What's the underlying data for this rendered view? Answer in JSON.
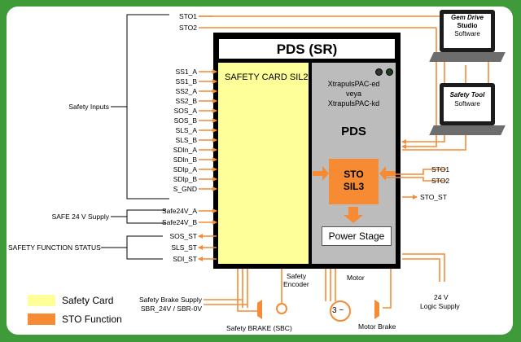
{
  "title": "PDS (SR)",
  "safety_card_label": "SAFETY CARD SIL2",
  "drive_name": [
    "XtrapulsPAC-ed",
    "veya",
    "XtrapulsPAC-kd"
  ],
  "pds_label": "PDS",
  "sto_function": [
    "STO",
    "SIL3"
  ],
  "power_stage": "Power Stage",
  "top_inputs": [
    "STO1",
    "STO2"
  ],
  "safety_inputs": [
    "SS1_A",
    "SS1_B",
    "SS2_A",
    "SS2_B",
    "SOS_A",
    "SOS_B",
    "SLS_A",
    "SLS_B",
    "SDIn_A",
    "SDIn_B",
    "SDIp_A",
    "SDIp_B",
    "S_GND"
  ],
  "supply_inputs": [
    "Safe24V_A",
    "Safe24V_B"
  ],
  "status_outputs": [
    "SOS_ST",
    "SLS_ST",
    "SDI_ST"
  ],
  "group_labels": {
    "safety_inputs": "Safety Inputs",
    "supply": "SAFE 24 V Supply",
    "status": "SAFETY FUNCTION STATUS"
  },
  "right_labels": {
    "sto1": "STO1",
    "sto2": "STO2",
    "sto_st": "STO_ST"
  },
  "laptops": [
    {
      "line1": "Gem Drive",
      "line2": "Studio",
      "line3": "Software"
    },
    {
      "line1": "Safety Tool",
      "line2": "Software"
    }
  ],
  "bottom_labels": {
    "brake_supply": "Safety Brake Supply",
    "sbr": "SBR_24V / SBR-0V",
    "encoder_1": "Safety",
    "encoder_2": "Encoder",
    "motor": "Motor",
    "motor_symbol": "3 ~",
    "logic_supply_1": "24 V",
    "logic_supply_2": "Logic Supply",
    "safety_brake": "Safety BRAKE (SBC)",
    "motor_brake": "Motor Brake"
  },
  "legend": [
    {
      "label": "Safety Card",
      "color": "#ffff99"
    },
    {
      "label": "STO Function",
      "color": "#f68b33"
    }
  ],
  "colors": {
    "frame": "#3f9b3a",
    "wire": "#f68b33",
    "drive": "#bcbcbc"
  }
}
